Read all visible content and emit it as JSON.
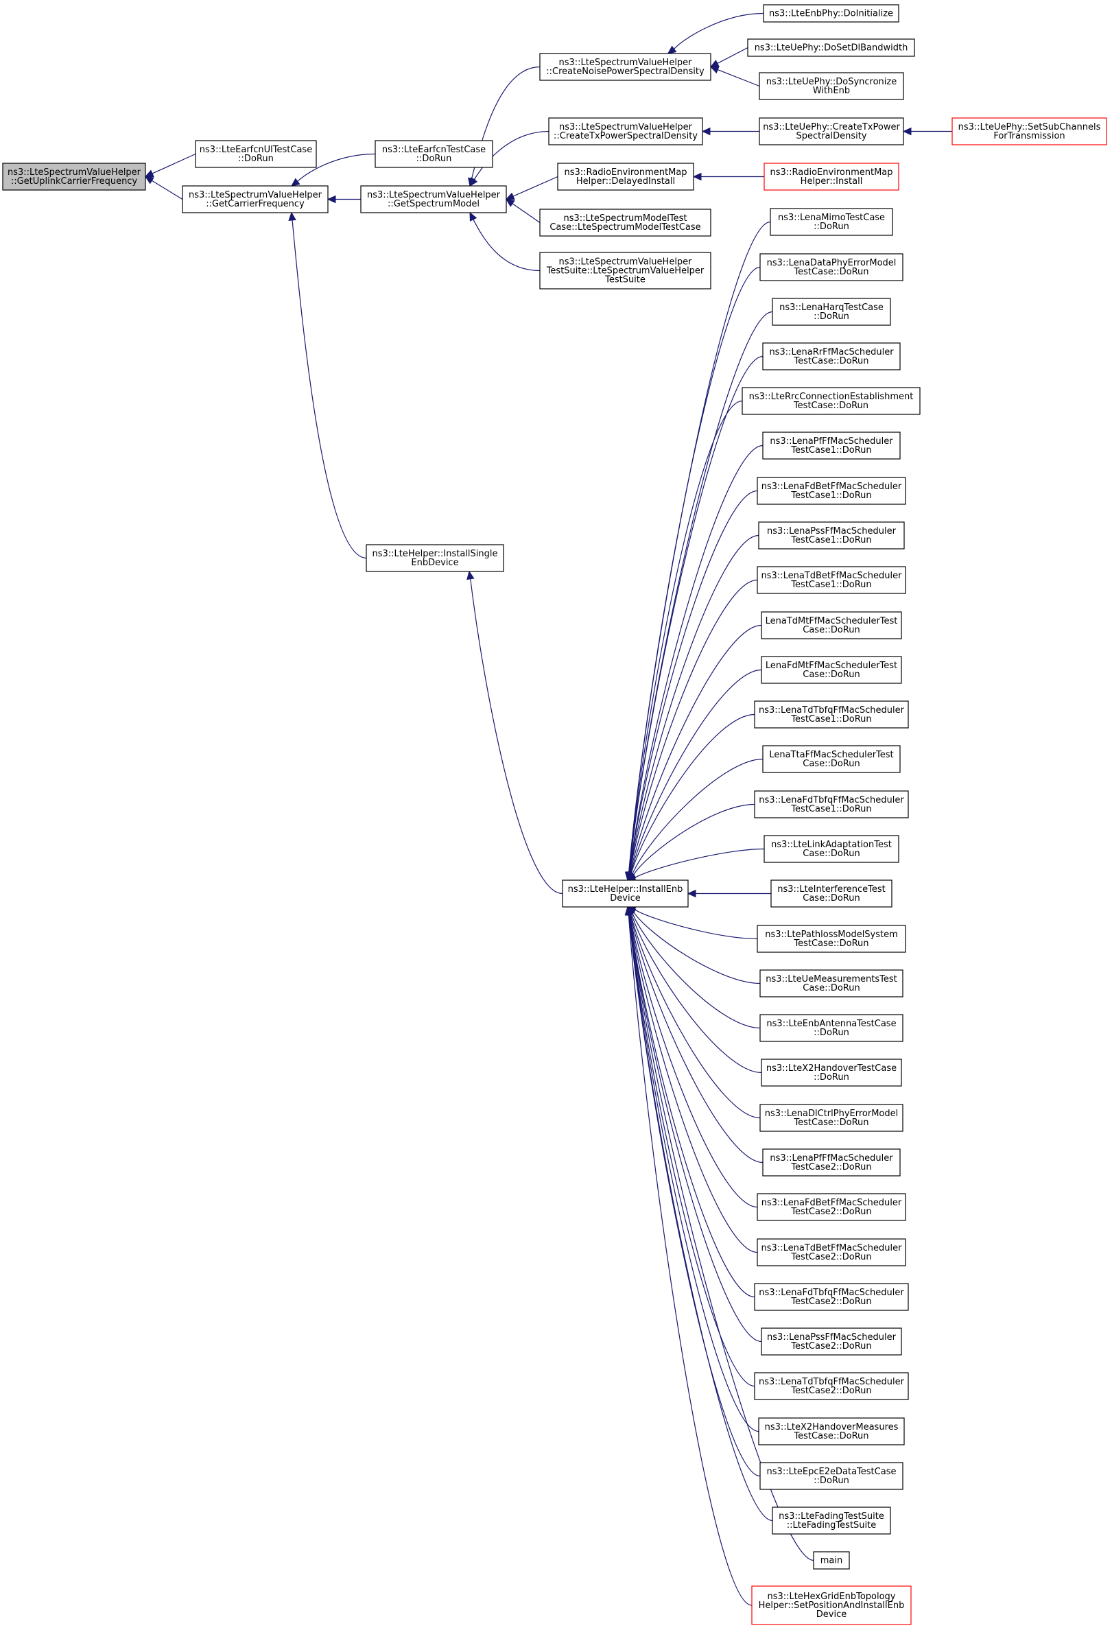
{
  "colors": {
    "edge": "#191970",
    "root_fill": "#bfbfbf",
    "node_border": "#000000",
    "truncated_border": "#ff0000",
    "background": "#ffffff"
  },
  "nodes": [
    {
      "id": "root",
      "lines": [
        "ns3::LteSpectrumValueHelper",
        "::GetUplinkCarrierFrequency"
      ],
      "root": true
    },
    {
      "id": "earfcnul",
      "lines": [
        "ns3::LteEarfcnUlTestCase",
        "::DoRun"
      ]
    },
    {
      "id": "getcarrier",
      "lines": [
        "ns3::LteSpectrumValueHelper",
        "::GetCarrierFrequency"
      ]
    },
    {
      "id": "earfcn",
      "lines": [
        "ns3::LteEarfcnTestCase",
        "::DoRun"
      ]
    },
    {
      "id": "getspectrum",
      "lines": [
        "ns3::LteSpectrumValueHelper",
        "::GetSpectrumModel"
      ]
    },
    {
      "id": "noise",
      "lines": [
        "ns3::LteSpectrumValueHelper",
        "::CreateNoisePowerSpectralDensity"
      ]
    },
    {
      "id": "txpsd",
      "lines": [
        "ns3::LteSpectrumValueHelper",
        "::CreateTxPowerSpectralDensity"
      ]
    },
    {
      "id": "remdelayed",
      "lines": [
        "ns3::RadioEnvironmentMap",
        "Helper::DelayedInstall"
      ]
    },
    {
      "id": "specmodeltest",
      "lines": [
        "ns3::LteSpectrumModelTest",
        "Case::LteSpectrumModelTestCase"
      ]
    },
    {
      "id": "svhsuite",
      "lines": [
        "ns3::LteSpectrumValueHelper",
        "TestSuite::LteSpectrumValueHelper",
        "TestSuite"
      ]
    },
    {
      "id": "enbphyinit",
      "lines": [
        "ns3::LteEnbPhy::DoInitialize"
      ]
    },
    {
      "id": "uephydl",
      "lines": [
        "ns3::LteUePhy::DoSetDlBandwidth"
      ]
    },
    {
      "id": "uephysync",
      "lines": [
        "ns3::LteUePhy::DoSyncronize",
        "WithEnb"
      ]
    },
    {
      "id": "uephytx",
      "lines": [
        "ns3::LteUePhy::CreateTxPower",
        "SpectralDensity"
      ]
    },
    {
      "id": "subch",
      "lines": [
        "ns3::LteUePhy::SetSubChannels",
        "ForTransmission"
      ],
      "truncated": true
    },
    {
      "id": "reminstall",
      "lines": [
        "ns3::RadioEnvironmentMap",
        "Helper::Install"
      ],
      "truncated": true
    },
    {
      "id": "installsingle",
      "lines": [
        "ns3::LteHelper::InstallSingle",
        "EnbDevice"
      ]
    },
    {
      "id": "installenb",
      "lines": [
        "ns3::LteHelper::InstallEnb",
        "Device"
      ]
    },
    {
      "id": "c0",
      "lines": [
        "ns3::LenaMimoTestCase",
        "::DoRun"
      ]
    },
    {
      "id": "c1",
      "lines": [
        "ns3::LenaDataPhyErrorModel",
        "TestCase::DoRun"
      ]
    },
    {
      "id": "c2",
      "lines": [
        "ns3::LenaHarqTestCase",
        "::DoRun"
      ]
    },
    {
      "id": "c3",
      "lines": [
        "ns3::LenaRrFfMacScheduler",
        "TestCase::DoRun"
      ]
    },
    {
      "id": "c4",
      "lines": [
        "ns3::LteRrcConnectionEstablishment",
        "TestCase::DoRun"
      ]
    },
    {
      "id": "c5",
      "lines": [
        "ns3::LenaPfFfMacScheduler",
        "TestCase1::DoRun"
      ]
    },
    {
      "id": "c6",
      "lines": [
        "ns3::LenaFdBetFfMacScheduler",
        "TestCase1::DoRun"
      ]
    },
    {
      "id": "c7",
      "lines": [
        "ns3::LenaPssFfMacScheduler",
        "TestCase1::DoRun"
      ]
    },
    {
      "id": "c8",
      "lines": [
        "ns3::LenaTdBetFfMacScheduler",
        "TestCase1::DoRun"
      ]
    },
    {
      "id": "c9",
      "lines": [
        "LenaTdMtFfMacSchedulerTest",
        "Case::DoRun"
      ]
    },
    {
      "id": "c10",
      "lines": [
        "LenaFdMtFfMacSchedulerTest",
        "Case::DoRun"
      ]
    },
    {
      "id": "c11",
      "lines": [
        "ns3::LenaTdTbfqFfMacScheduler",
        "TestCase1::DoRun"
      ]
    },
    {
      "id": "c12",
      "lines": [
        "LenaTtaFfMacSchedulerTest",
        "Case::DoRun"
      ]
    },
    {
      "id": "c13",
      "lines": [
        "ns3::LenaFdTbfqFfMacScheduler",
        "TestCase1::DoRun"
      ]
    },
    {
      "id": "c14",
      "lines": [
        "ns3::LteLinkAdaptationTest",
        "Case::DoRun"
      ]
    },
    {
      "id": "c15",
      "lines": [
        "ns3::LteInterferenceTest",
        "Case::DoRun"
      ]
    },
    {
      "id": "c16",
      "lines": [
        "ns3::LtePathlossModelSystem",
        "TestCase::DoRun"
      ]
    },
    {
      "id": "c17",
      "lines": [
        "ns3::LteUeMeasurementsTest",
        "Case::DoRun"
      ]
    },
    {
      "id": "c18",
      "lines": [
        "ns3::LteEnbAntennaTestCase",
        "::DoRun"
      ]
    },
    {
      "id": "c19",
      "lines": [
        "ns3::LteX2HandoverTestCase",
        "::DoRun"
      ]
    },
    {
      "id": "c20",
      "lines": [
        "ns3::LenaDlCtrlPhyErrorModel",
        "TestCase::DoRun"
      ]
    },
    {
      "id": "c21",
      "lines": [
        "ns3::LenaPfFfMacScheduler",
        "TestCase2::DoRun"
      ]
    },
    {
      "id": "c22",
      "lines": [
        "ns3::LenaFdBetFfMacScheduler",
        "TestCase2::DoRun"
      ]
    },
    {
      "id": "c23",
      "lines": [
        "ns3::LenaTdBetFfMacScheduler",
        "TestCase2::DoRun"
      ]
    },
    {
      "id": "c24",
      "lines": [
        "ns3::LenaFdTbfqFfMacScheduler",
        "TestCase2::DoRun"
      ]
    },
    {
      "id": "c25",
      "lines": [
        "ns3::LenaPssFfMacScheduler",
        "TestCase2::DoRun"
      ]
    },
    {
      "id": "c26",
      "lines": [
        "ns3::LenaTdTbfqFfMacScheduler",
        "TestCase2::DoRun"
      ]
    },
    {
      "id": "c27",
      "lines": [
        "ns3::LteX2HandoverMeasures",
        "TestCase::DoRun"
      ]
    },
    {
      "id": "c28",
      "lines": [
        "ns3::LteEpcE2eDataTestCase",
        "::DoRun"
      ]
    },
    {
      "id": "c29",
      "lines": [
        "ns3::LteFadingTestSuite",
        "::LteFadingTestSuite"
      ]
    },
    {
      "id": "c30",
      "lines": [
        "main"
      ]
    },
    {
      "id": "c31",
      "lines": [
        "ns3::LteHexGridEnbTopology",
        "Helper::SetPositionAndInstallEnb",
        "Device"
      ],
      "truncated": true
    }
  ],
  "edges": [
    [
      "earfcnul",
      "root"
    ],
    [
      "getcarrier",
      "root"
    ],
    [
      "earfcn",
      "getcarrier"
    ],
    [
      "getspectrum",
      "getcarrier"
    ],
    [
      "installsingle",
      "getcarrier"
    ],
    [
      "noise",
      "getspectrum"
    ],
    [
      "txpsd",
      "getspectrum"
    ],
    [
      "remdelayed",
      "getspectrum"
    ],
    [
      "specmodeltest",
      "getspectrum"
    ],
    [
      "svhsuite",
      "getspectrum"
    ],
    [
      "enbphyinit",
      "noise"
    ],
    [
      "uephydl",
      "noise"
    ],
    [
      "uephysync",
      "noise"
    ],
    [
      "uephytx",
      "txpsd"
    ],
    [
      "subch",
      "uephytx"
    ],
    [
      "reminstall",
      "remdelayed"
    ],
    [
      "installenb",
      "installsingle"
    ],
    [
      "c0",
      "installenb"
    ],
    [
      "c1",
      "installenb"
    ],
    [
      "c2",
      "installenb"
    ],
    [
      "c3",
      "installenb"
    ],
    [
      "c4",
      "installenb"
    ],
    [
      "c5",
      "installenb"
    ],
    [
      "c6",
      "installenb"
    ],
    [
      "c7",
      "installenb"
    ],
    [
      "c8",
      "installenb"
    ],
    [
      "c9",
      "installenb"
    ],
    [
      "c10",
      "installenb"
    ],
    [
      "c11",
      "installenb"
    ],
    [
      "c12",
      "installenb"
    ],
    [
      "c13",
      "installenb"
    ],
    [
      "c14",
      "installenb"
    ],
    [
      "c15",
      "installenb"
    ],
    [
      "c16",
      "installenb"
    ],
    [
      "c17",
      "installenb"
    ],
    [
      "c18",
      "installenb"
    ],
    [
      "c19",
      "installenb"
    ],
    [
      "c20",
      "installenb"
    ],
    [
      "c21",
      "installenb"
    ],
    [
      "c22",
      "installenb"
    ],
    [
      "c23",
      "installenb"
    ],
    [
      "c24",
      "installenb"
    ],
    [
      "c25",
      "installenb"
    ],
    [
      "c26",
      "installenb"
    ],
    [
      "c27",
      "installenb"
    ],
    [
      "c28",
      "installenb"
    ],
    [
      "c29",
      "installenb"
    ],
    [
      "c30",
      "installenb"
    ],
    [
      "c31",
      "installenb"
    ]
  ]
}
